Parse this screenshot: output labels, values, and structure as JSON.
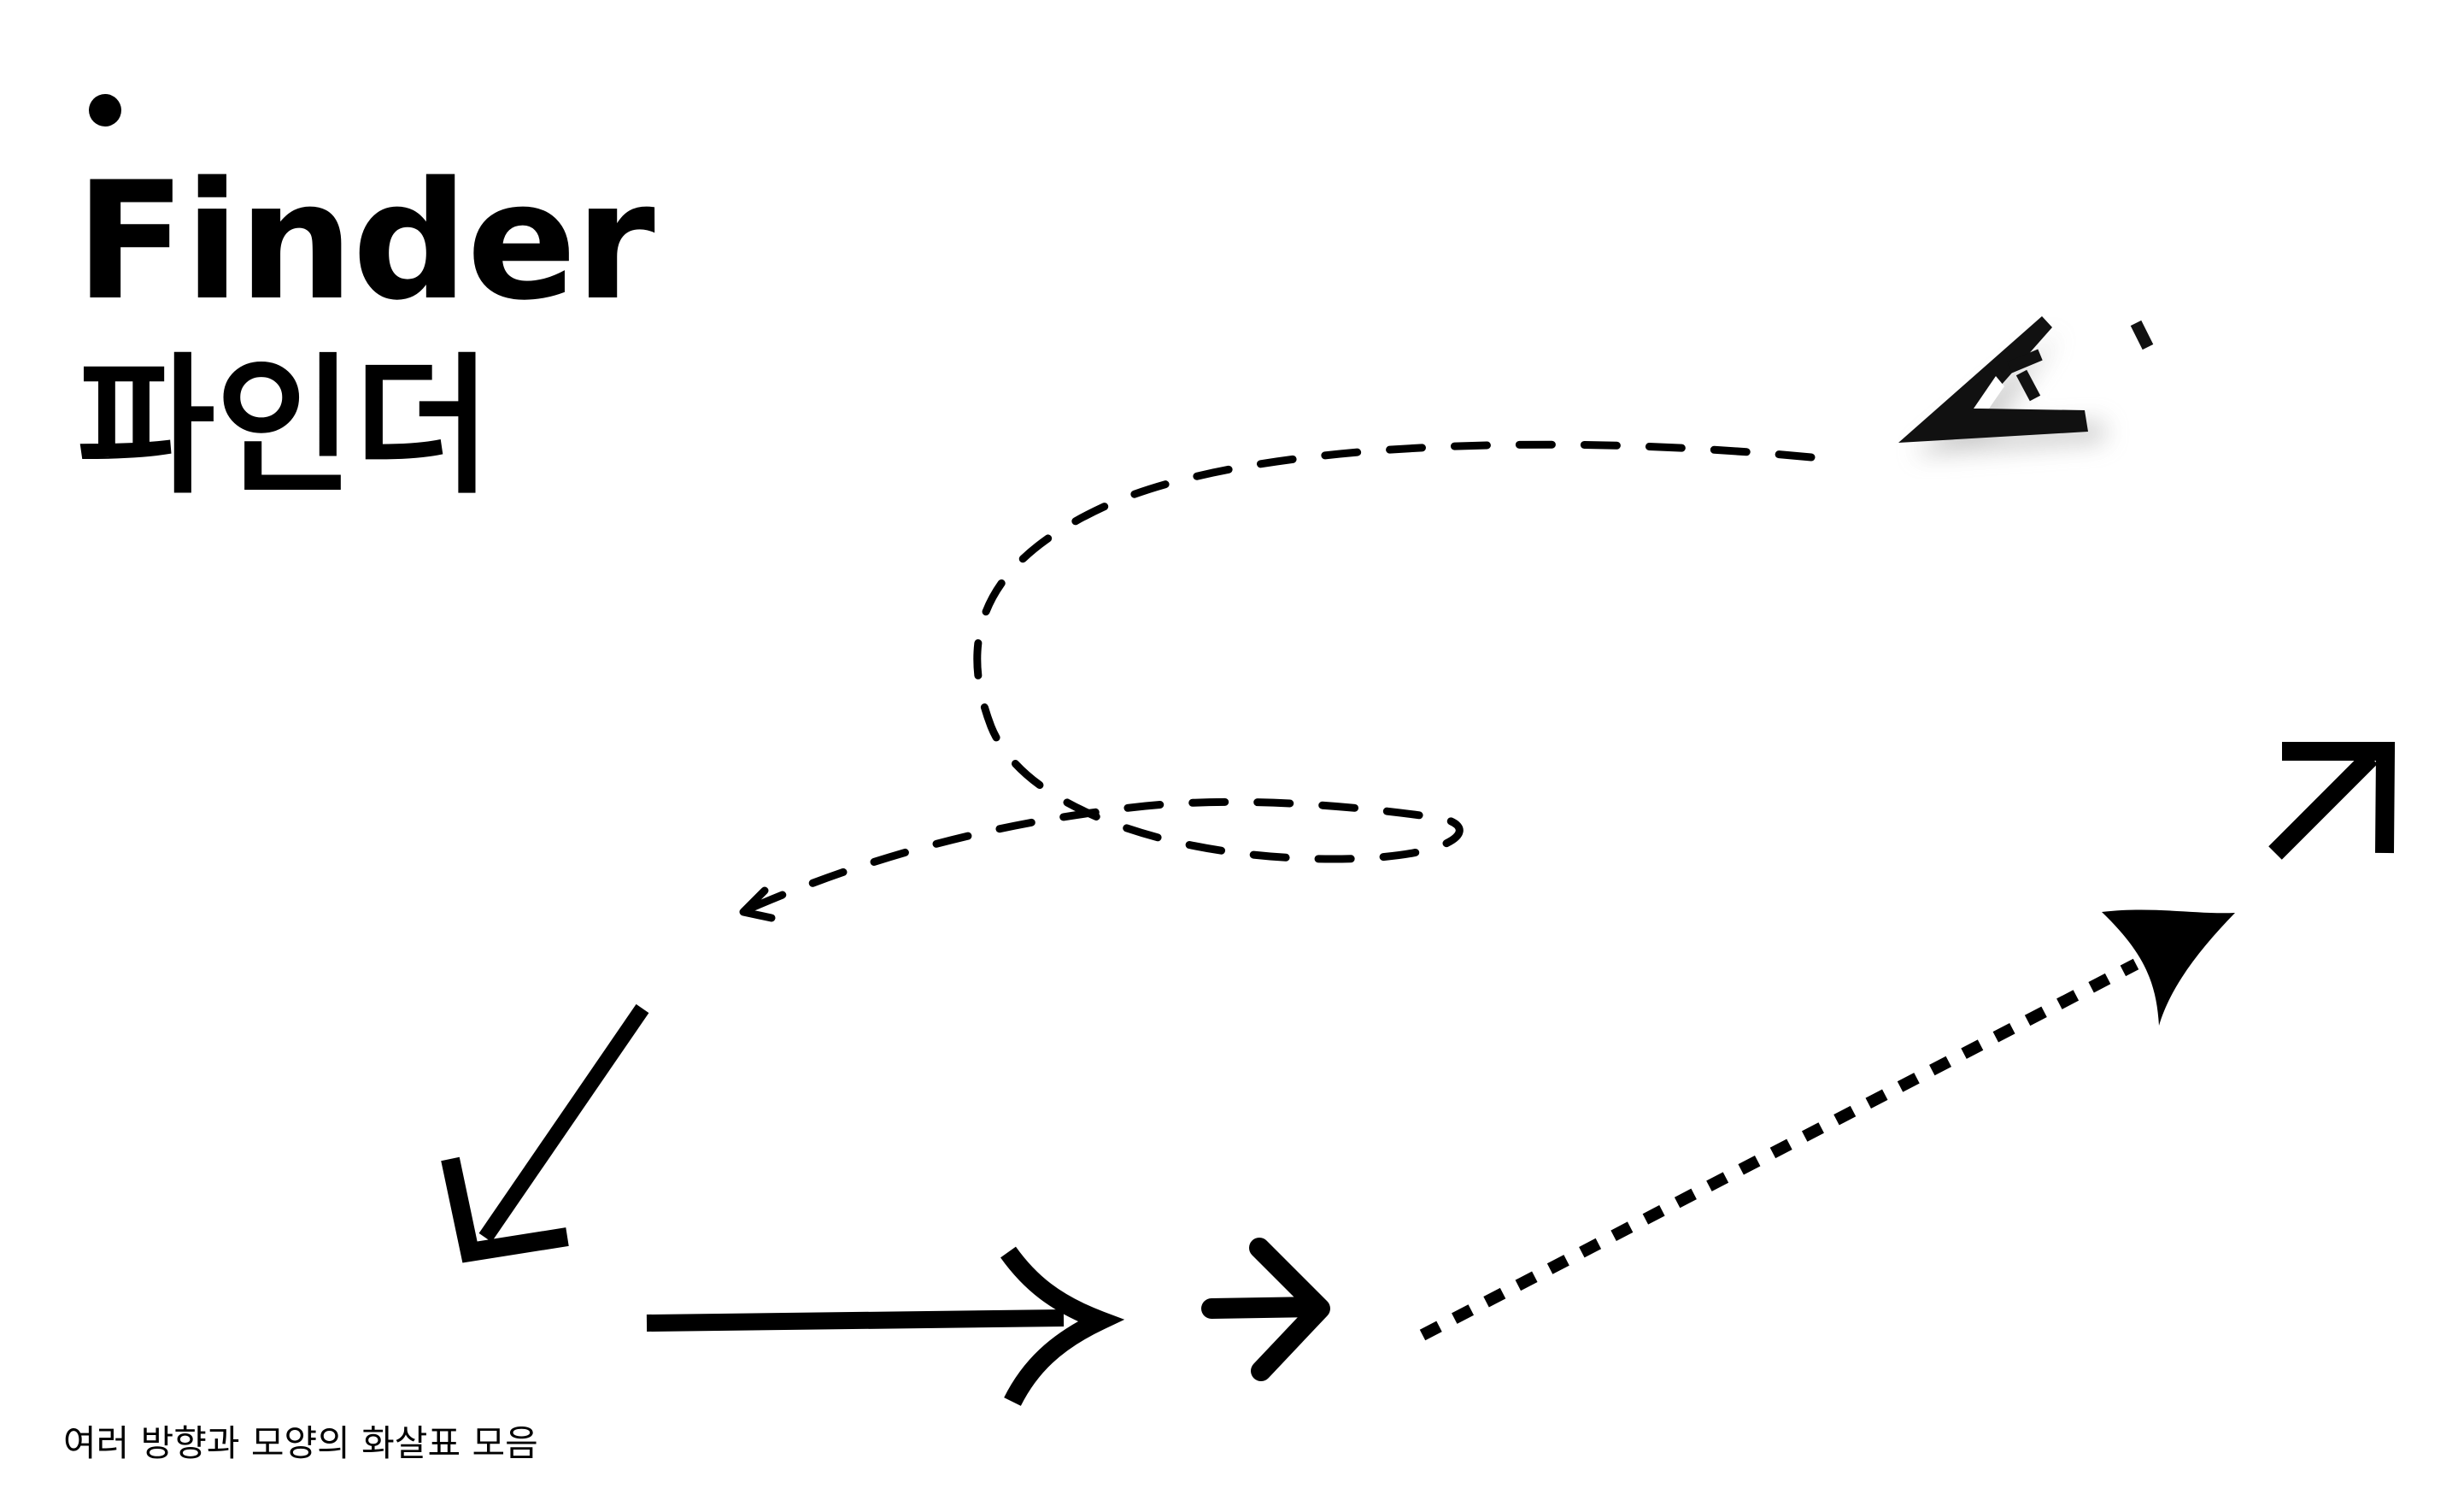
{
  "header": {
    "title": "Finder",
    "subtitle": "파인더"
  },
  "footer": {
    "caption": "여러 방향과 모양의 화살표 모음"
  },
  "colors": {
    "background": "#ffffff",
    "ink": "#000000",
    "shadow": "#9e9e9e"
  },
  "icons": [
    "bullet-dot-icon",
    "arrow-dashed-loop-icon",
    "arrow-paper-plane-icon",
    "arrow-down-left-icon",
    "arrow-long-right-icon",
    "arrow-short-right-icon",
    "arrow-dotted-up-right-icon",
    "arrow-up-right-icon"
  ]
}
